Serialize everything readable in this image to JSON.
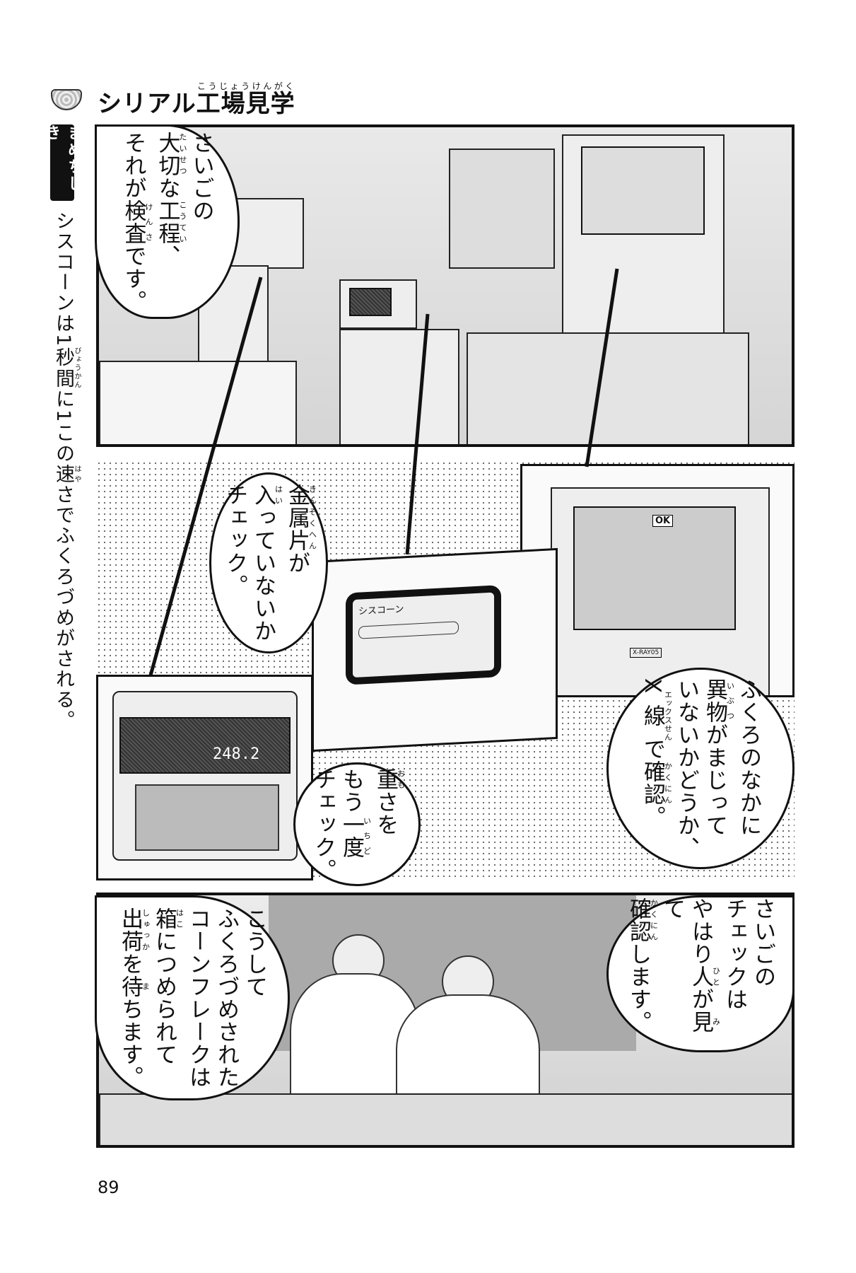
{
  "header": {
    "title_pre": "シリアル",
    "title_ruby_base": "工場見学",
    "title_ruby": "こうじょうけんがく"
  },
  "sidebar": {
    "label": "まめちしき",
    "lines": [
      [
        {
          "t": "シスコーンは1"
        },
        {
          "t": "秒間",
          "r": "びょうかん"
        },
        {
          "t": "に1この"
        },
        {
          "t": "速",
          "r": "はや"
        },
        {
          "t": "さでふくろづめがされる。"
        }
      ]
    ]
  },
  "bubbles": [
    {
      "lines": [
        [
          {
            "t": "さいごの"
          }
        ],
        [
          {
            "t": "大切",
            "r": "たいせつ"
          },
          {
            "t": "な"
          },
          {
            "t": "工程",
            "r": "こうてい"
          },
          {
            "t": "、"
          }
        ],
        [
          {
            "t": "それが"
          },
          {
            "t": "検査",
            "r": "けんさ"
          },
          {
            "t": "です。"
          }
        ]
      ]
    },
    {
      "lines": [
        [
          {
            "t": "金属片",
            "r": "きんぞくへん"
          },
          {
            "t": "が"
          }
        ],
        [
          {
            "t": "入",
            "r": "はい"
          },
          {
            "t": "っていないか"
          }
        ],
        [
          {
            "t": "チェック。"
          }
        ]
      ]
    },
    {
      "lines": [
        [
          {
            "t": "ふくろのなかに"
          }
        ],
        [
          {
            "t": "異物",
            "r": "いぶつ"
          },
          {
            "t": "がまじって"
          }
        ],
        [
          {
            "t": "いないかどうか、"
          }
        ],
        [
          {
            "t": "X"
          },
          {
            "t": "線",
            "r": "エックスせん"
          },
          {
            "t": "で"
          },
          {
            "t": "確認",
            "r": "かくにん"
          },
          {
            "t": "。"
          }
        ]
      ]
    },
    {
      "lines": [
        [
          {
            "t": "重",
            "r": "おも"
          },
          {
            "t": "さを"
          }
        ],
        [
          {
            "t": "もう"
          },
          {
            "t": "一度",
            "r": "いちど"
          }
        ],
        [
          {
            "t": "チェック。"
          }
        ]
      ]
    },
    {
      "lines": [
        [
          {
            "t": "こうして"
          }
        ],
        [
          {
            "t": "ふくろづめされた"
          }
        ],
        [
          {
            "t": "コーンフレークは"
          }
        ],
        [
          {
            "t": "箱",
            "r": "はこ"
          },
          {
            "t": "につめられて"
          }
        ],
        [
          {
            "t": "出荷",
            "r": "しゅっか"
          },
          {
            "t": "を"
          },
          {
            "t": "待",
            "r": "ま"
          },
          {
            "t": "ちます。"
          }
        ]
      ]
    },
    {
      "lines": [
        [
          {
            "t": "さいごの"
          }
        ],
        [
          {
            "t": "チェックは"
          }
        ],
        [
          {
            "t": "やはり"
          },
          {
            "t": "人",
            "r": "ひと"
          },
          {
            "t": "が"
          },
          {
            "t": "見",
            "r": "み"
          },
          {
            "t": "て"
          }
        ],
        [
          {
            "t": "確認",
            "r": "かくにん"
          },
          {
            "t": "します。"
          }
        ]
      ]
    }
  ],
  "devices": {
    "weigher_value": "248.2",
    "detector_screen": "シスコーン",
    "xray_label": "X-RAY05",
    "xray_ok": "OK"
  },
  "footer": {
    "page_number": "89"
  }
}
